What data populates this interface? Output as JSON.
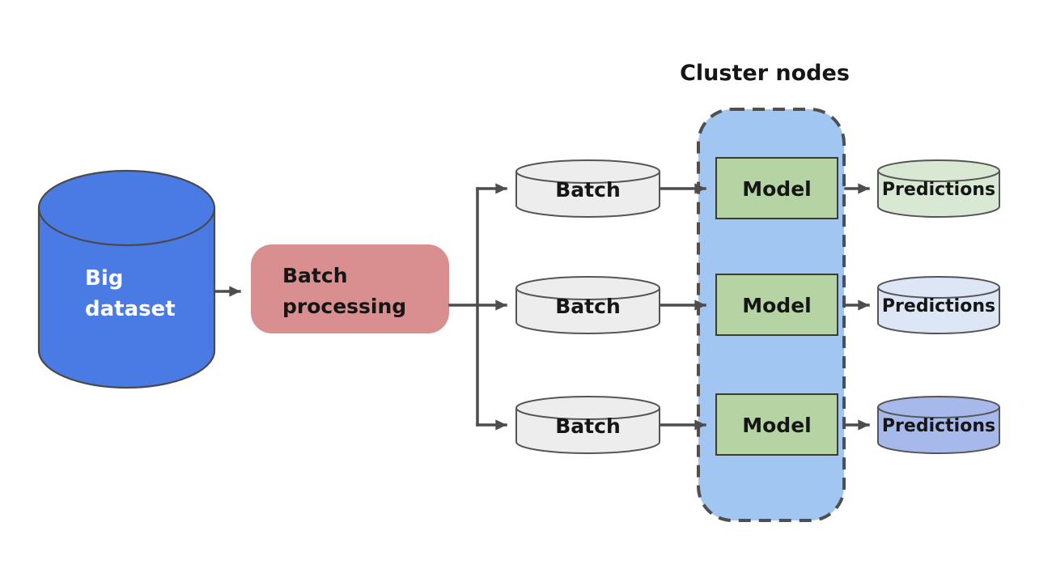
{
  "diagram": {
    "cluster_label": "Cluster nodes",
    "big_dataset": {
      "line1": "Big",
      "line2": "dataset"
    },
    "batch_processing": {
      "line1": "Batch",
      "line2": "processing"
    },
    "rows": [
      {
        "batch": "Batch",
        "model": "Model",
        "predictions": "Predictions"
      },
      {
        "batch": "Batch",
        "model": "Model",
        "predictions": "Predictions"
      },
      {
        "batch": "Batch",
        "model": "Model",
        "predictions": "Predictions"
      }
    ],
    "colors": {
      "big_dataset_fill": "#4a7be4",
      "big_dataset_text": "#ffffff",
      "batch_processing_fill": "#d98f8f",
      "batch_fill": "#ededed",
      "cluster_fill": "#a2c6f2",
      "model_fill": "#b5d3a3",
      "predictions_fill_1": "#d9e8d2",
      "predictions_fill_2": "#dce6f4",
      "predictions_fill_3": "#a7b9ea",
      "connector": "#4d4d4d"
    }
  }
}
